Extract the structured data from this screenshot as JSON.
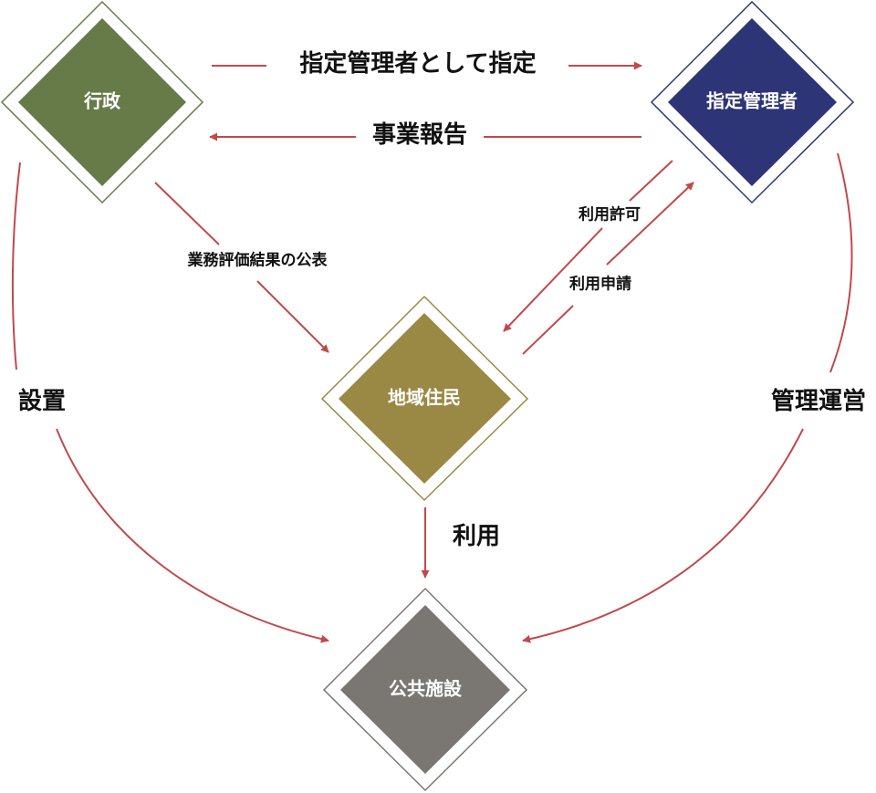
{
  "nodes": {
    "gyosei": {
      "label": "行政",
      "color": "#667b48"
    },
    "shitei": {
      "label": "指定管理者",
      "color": "#2e3577"
    },
    "jumin": {
      "label": "地域住民",
      "color": "#9a8845"
    },
    "shisetsu": {
      "label": "公共施設",
      "color": "#7a7773"
    }
  },
  "edges": {
    "designate": "指定管理者として指定",
    "report": "事業報告",
    "publish": "業務評価結果の公表",
    "permit": "利用許可",
    "apply": "利用申請",
    "establish": "設置",
    "manage": "管理運営",
    "use": "利用"
  },
  "colors": {
    "arrow": "#c0494c"
  }
}
